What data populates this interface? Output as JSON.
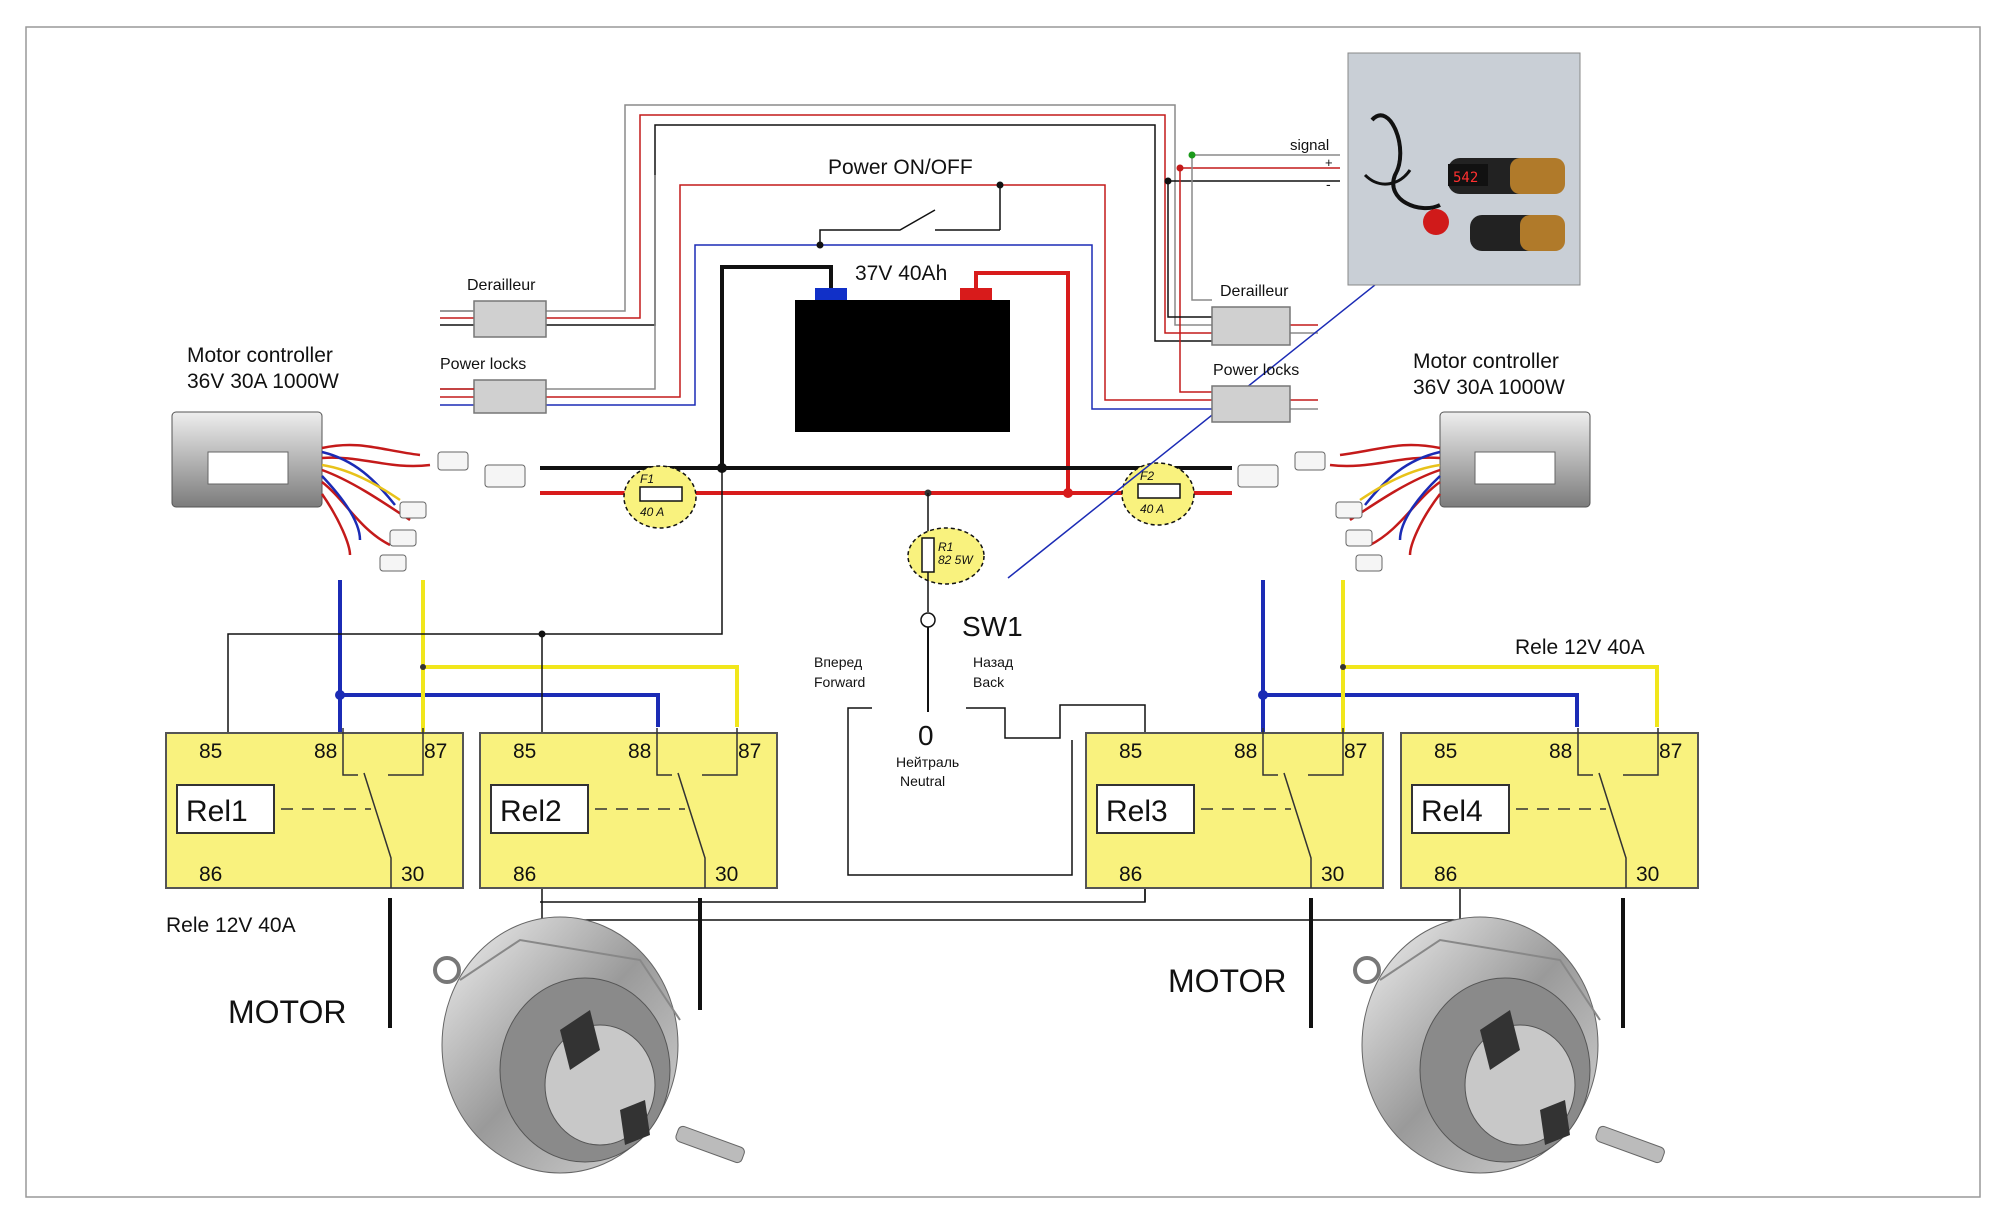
{
  "battery": {
    "label": "37V 40Ah"
  },
  "power_switch": {
    "label": "Power ON/OFF"
  },
  "derailleur_left": {
    "label": "Derailleur"
  },
  "derailleur_right": {
    "label": "Derailleur"
  },
  "power_locks_left": {
    "label": "Power locks"
  },
  "power_locks_right": {
    "label": "Power locks"
  },
  "controller_left": {
    "line1": "Motor controller",
    "line2": "36V 30A 1000W"
  },
  "controller_right": {
    "line1": "Motor controller",
    "line2": "36V 30A 1000W"
  },
  "throttle": {
    "signal": "signal",
    "plus": "+",
    "minus": "-",
    "display": "542"
  },
  "fuse1": {
    "name": "F1",
    "rating": "40 A"
  },
  "fuse2": {
    "name": "F2",
    "rating": "40 A"
  },
  "resistor": {
    "name": "R1",
    "rating": "82 5W"
  },
  "sw1": {
    "label": "SW1",
    "forward_ru": "Вперед",
    "forward_en": "Forward",
    "back_ru": "Назад",
    "back_en": "Back",
    "neutral_num": "0",
    "neutral_ru": "Нейтраль",
    "neutral_en": "Neutral"
  },
  "relay_caption_left": "Rele 12V 40A",
  "relay_caption_right": "Rele 12V 40A",
  "relays": [
    {
      "name": "Rel1",
      "p85": "85",
      "p88": "88",
      "p87": "87",
      "p86": "86",
      "p30": "30"
    },
    {
      "name": "Rel2",
      "p85": "85",
      "p88": "88",
      "p87": "87",
      "p86": "86",
      "p30": "30"
    },
    {
      "name": "Rel3",
      "p85": "85",
      "p88": "88",
      "p87": "87",
      "p86": "86",
      "p30": "30"
    },
    {
      "name": "Rel4",
      "p85": "85",
      "p88": "88",
      "p87": "87",
      "p86": "86",
      "p30": "30"
    }
  ],
  "motor_left": {
    "label": "MOTOR"
  },
  "motor_right": {
    "label": "MOTOR"
  },
  "colors": {
    "relay": "#f9f27e",
    "positive": "#c41a1a",
    "negative": "#111111",
    "blue_wire": "#1b2bb5",
    "yellow_wire": "#f1e61b"
  }
}
